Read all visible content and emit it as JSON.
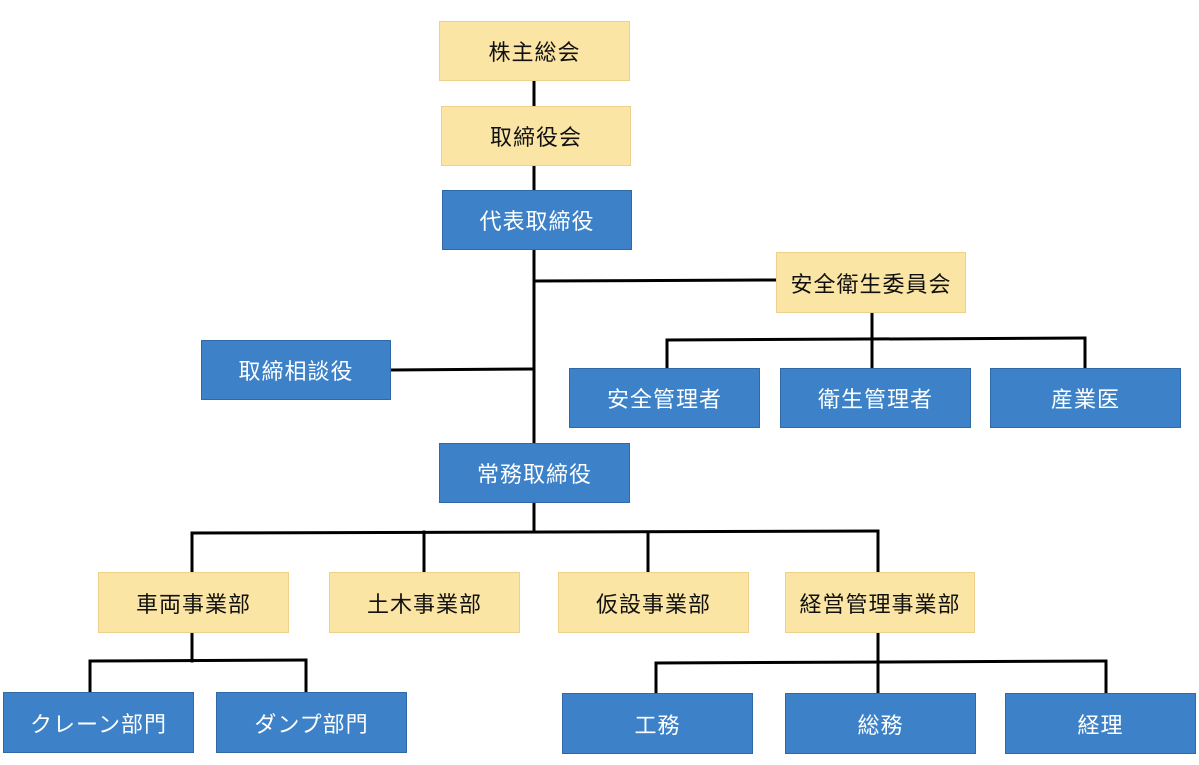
{
  "org_chart": {
    "nodes": {
      "kabunushi_sokai": {
        "label": "株主総会"
      },
      "torishimariyakukai": {
        "label": "取締役会"
      },
      "daihyo_torishimariyaku": {
        "label": "代表取締役"
      },
      "anzen_eisei_iinkai": {
        "label": "安全衛生委員会"
      },
      "torishimari_sodanyaku": {
        "label": "取締相談役"
      },
      "anzen_kanrisha": {
        "label": "安全管理者"
      },
      "eisei_kanrisha": {
        "label": "衛生管理者"
      },
      "sangyoi": {
        "label": "産業医"
      },
      "jomu_torishimariyaku": {
        "label": "常務取締役"
      },
      "sharyo_jigyobu": {
        "label": "車両事業部"
      },
      "doboku_jigyobu": {
        "label": "土木事業部"
      },
      "kasetsu_jigyobu": {
        "label": "仮設事業部"
      },
      "keiei_kanri_jigyobu": {
        "label": "経営管理事業部"
      },
      "crane_bumon": {
        "label": "クレーン部門"
      },
      "dump_bumon": {
        "label": "ダンプ部門"
      },
      "komu": {
        "label": "工務"
      },
      "somu": {
        "label": "総務"
      },
      "keiri": {
        "label": "経理"
      }
    },
    "edges": [
      [
        "kabunushi_sokai",
        "torishimariyakukai"
      ],
      [
        "torishimariyakukai",
        "daihyo_torishimariyaku"
      ],
      [
        "daihyo_torishimariyaku",
        "anzen_eisei_iinkai"
      ],
      [
        "daihyo_torishimariyaku",
        "torishimari_sodanyaku"
      ],
      [
        "daihyo_torishimariyaku",
        "jomu_torishimariyaku"
      ],
      [
        "anzen_eisei_iinkai",
        "anzen_kanrisha"
      ],
      [
        "anzen_eisei_iinkai",
        "eisei_kanrisha"
      ],
      [
        "anzen_eisei_iinkai",
        "sangyoi"
      ],
      [
        "jomu_torishimariyaku",
        "sharyo_jigyobu"
      ],
      [
        "jomu_torishimariyaku",
        "doboku_jigyobu"
      ],
      [
        "jomu_torishimariyaku",
        "kasetsu_jigyobu"
      ],
      [
        "jomu_torishimariyaku",
        "keiei_kanri_jigyobu"
      ],
      [
        "sharyo_jigyobu",
        "crane_bumon"
      ],
      [
        "sharyo_jigyobu",
        "dump_bumon"
      ],
      [
        "keiei_kanri_jigyobu",
        "komu"
      ],
      [
        "keiei_kanri_jigyobu",
        "somu"
      ],
      [
        "keiei_kanri_jigyobu",
        "keiri"
      ]
    ],
    "colors": {
      "yellow_fill": "#fbe5a5",
      "blue_fill": "#3d82c8",
      "line": "#000000"
    }
  }
}
